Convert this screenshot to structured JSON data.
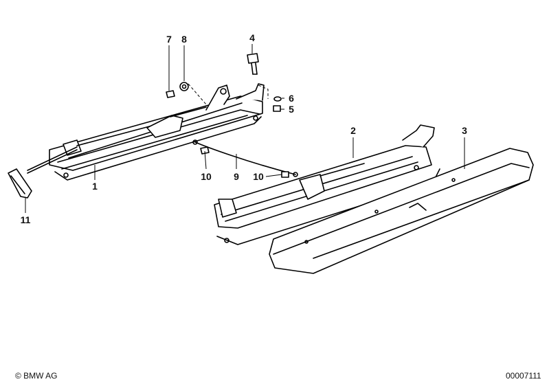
{
  "callouts": [
    {
      "id": "c1",
      "label": "1"
    },
    {
      "id": "c2",
      "label": "2"
    },
    {
      "id": "c3",
      "label": "3"
    },
    {
      "id": "c4",
      "label": "4"
    },
    {
      "id": "c5",
      "label": "5"
    },
    {
      "id": "c6",
      "label": "6"
    },
    {
      "id": "c7",
      "label": "7"
    },
    {
      "id": "c8",
      "label": "8"
    },
    {
      "id": "c9",
      "label": "9"
    },
    {
      "id": "c10a",
      "label": "10"
    },
    {
      "id": "c10b",
      "label": "10"
    },
    {
      "id": "c11",
      "label": "11"
    }
  ],
  "footer": {
    "copyright": "© BMW AG",
    "drawing_number": "00007111"
  }
}
